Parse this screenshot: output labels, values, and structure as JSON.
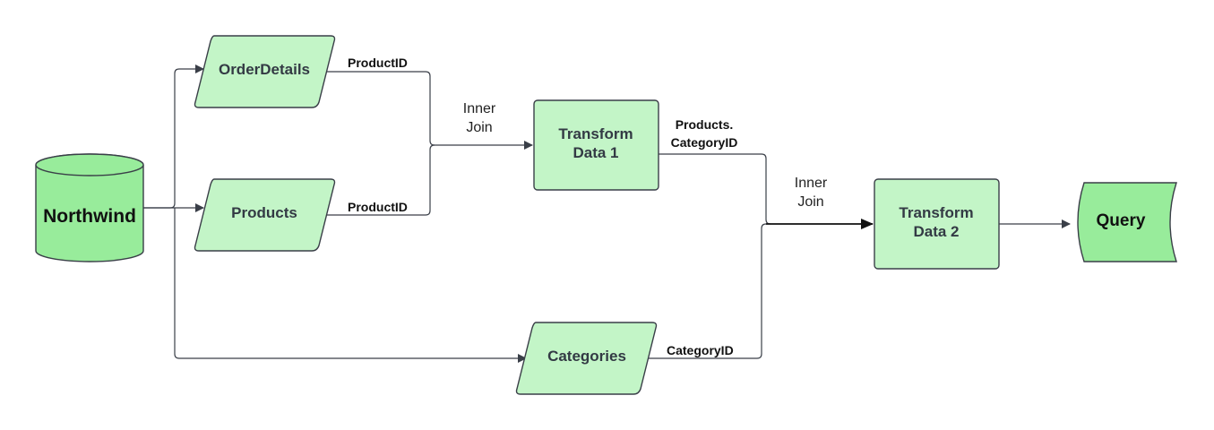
{
  "nodes": {
    "northwind": {
      "label": "Northwind"
    },
    "order_details": {
      "label": "OrderDetails"
    },
    "products": {
      "label": "Products"
    },
    "categories": {
      "label": "Categories"
    },
    "transform1": {
      "line1": "Transform",
      "line2": "Data 1"
    },
    "transform2": {
      "line1": "Transform",
      "line2": "Data 2"
    },
    "query": {
      "label": "Query"
    }
  },
  "edges": {
    "order_details_key": "ProductID",
    "products_key": "ProductID",
    "transform1_key_line1": "Products.",
    "transform1_key_line2": "CategoryID",
    "categories_key": "CategoryID"
  },
  "joins": {
    "join1_line1": "Inner",
    "join1_line2": "Join",
    "join2_line1": "Inner",
    "join2_line2": "Join"
  },
  "colors": {
    "light_green": "#c3f5c7",
    "medium_green": "#98ec9b",
    "stroke": "#3a3f48"
  }
}
